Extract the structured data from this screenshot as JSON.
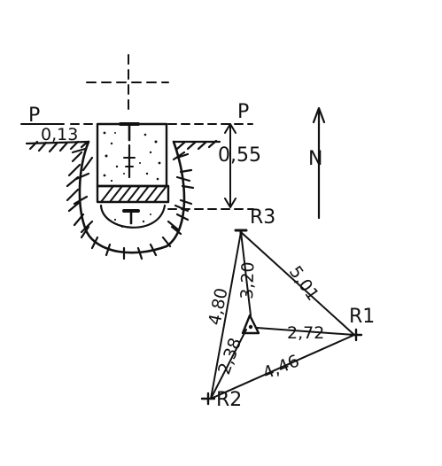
{
  "labels": {
    "p_left": "P",
    "p_right": "P",
    "offset_top": "0,13",
    "depth": "0,55",
    "north": "N",
    "r1": "R1",
    "r2": "R2",
    "r3": "R3"
  },
  "distances": {
    "r3_center": "3,20",
    "r3_r1": "5,01",
    "r3_r2": "4,80",
    "center_r1": "2,72",
    "center_r2": "2,38",
    "r1_r2": "4,46"
  }
}
